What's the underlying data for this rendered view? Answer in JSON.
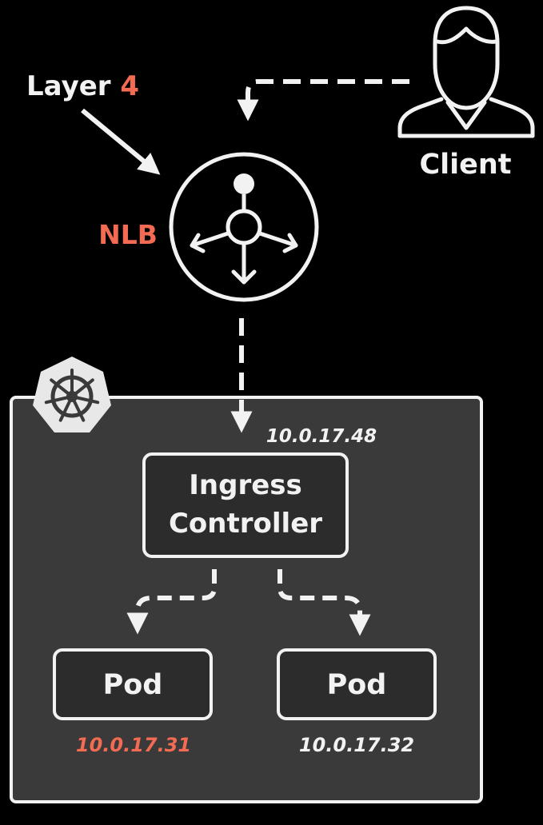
{
  "labels": {
    "layer_prefix": "Layer ",
    "layer_number": "4",
    "client": "Client",
    "nlb": "NLB",
    "ingress_line1": "Ingress",
    "ingress_line2": "Controller",
    "pod_left": "Pod",
    "pod_right": "Pod"
  },
  "ips": {
    "ingress": "10.0.17.48",
    "pod_left": "10.0.17.31",
    "pod_right": "10.0.17.32"
  },
  "icons": {
    "client": "person-icon",
    "nlb": "load-balancer-icon",
    "cluster": "kubernetes-helm-icon"
  },
  "colors": {
    "background": "#000000",
    "foreground": "#f2f2f2",
    "accent": "#f26b52",
    "cluster_fill": "#3a3a3a",
    "box_fill": "#2c2c2c"
  }
}
